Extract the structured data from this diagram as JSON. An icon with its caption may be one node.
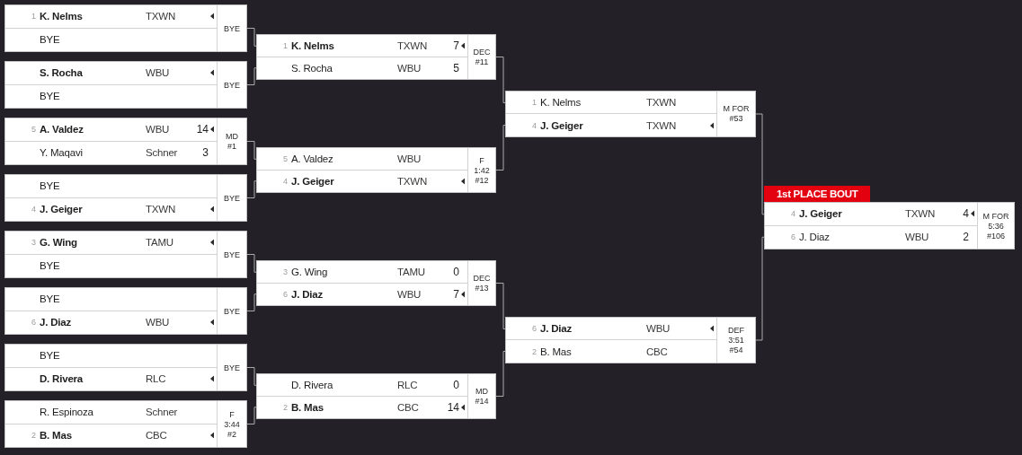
{
  "diagram": {
    "nodes": [
      {
        "text": [
          "BYE"
        ]
      },
      {
        "text": [
          "1",
          "K. Nelms",
          "TXWN"
        ],
        "in": 0
      },
      {
        "text": [
          "BYE"
        ],
        "in": 0
      },
      {
        "text": [
          "BYE"
        ]
      },
      {
        "text": [
          "S. Rocha",
          "WBU"
        ],
        "in": 3
      },
      {
        "text": [
          "BYE"
        ],
        "in": 3
      },
      {
        "text": [
          "MD #1"
        ]
      },
      {
        "text": [
          "5",
          "A. Valdez",
          "WBU",
          "14"
        ],
        "in": 6
      },
      {
        "text": [
          "Y. Maqavi",
          "Schner",
          "3"
        ],
        "in": 6
      },
      {
        "text": [
          "BYE"
        ]
      },
      {
        "text": [
          "BYE"
        ],
        "in": 9
      },
      {
        "text": [
          "4",
          "J. Geiger",
          "TXWN"
        ],
        "in": 9
      },
      {
        "text": [
          "BYE"
        ]
      },
      {
        "text": [
          "3",
          "G. Wing",
          "TAMU"
        ],
        "in": 12
      },
      {
        "text": [
          "BYE"
        ],
        "in": 12
      },
      {
        "text": [
          "BYE"
        ]
      },
      {
        "text": [
          "BYE"
        ],
        "in": 15
      },
      {
        "text": [
          "6",
          "J. Diaz",
          "WBU"
        ],
        "in": 15
      },
      {
        "text": [
          "BYE"
        ]
      },
      {
        "text": [
          "BYE"
        ],
        "in": 18
      },
      {
        "text": [
          "D. Rivera",
          "RLC"
        ],
        "in": 18
      },
      {
        "text": [
          "F 3:44 #2"
        ]
      },
      {
        "text": [
          "R. Espinoza",
          "Schner"
        ],
        "in": 21
      },
      {
        "text": [
          "2",
          "B. Mas",
          "CBC"
        ],
        "in": 21
      },
      {
        "text": [
          "DEC #11"
        ]
      },
      {
        "text": [
          "1",
          "K. Nelms",
          "TXWN",
          "7"
        ],
        "in": 24
      },
      {
        "text": [
          "S. Rocha",
          "WBU",
          "5"
        ],
        "in": 24
      },
      {
        "text": [
          "F 1:42 #12"
        ]
      },
      {
        "text": [
          "5",
          "A. Valdez",
          "WBU"
        ],
        "in": 27
      },
      {
        "text": [
          "4",
          "J. Geiger",
          "TXWN"
        ],
        "in": 27
      },
      {
        "text": [
          "DEC #13"
        ]
      },
      {
        "text": [
          "3",
          "G. Wing",
          "TAMU",
          "0"
        ],
        "in": 30
      },
      {
        "text": [
          "6",
          "J. Diaz",
          "WBU",
          "7"
        ],
        "in": 30
      },
      {
        "text": [
          "MD #14"
        ]
      },
      {
        "text": [
          "D. Rivera",
          "RLC",
          "0"
        ],
        "in": 33
      },
      {
        "text": [
          "2",
          "B. Mas",
          "CBC",
          "14"
        ],
        "in": 33
      },
      {
        "text": [
          "M FOR #53"
        ]
      },
      {
        "text": [
          "1",
          "K. Nelms",
          "TXWN"
        ],
        "in": 36
      },
      {
        "text": [
          "4",
          "J. Geiger",
          "TXWN"
        ],
        "in": 36
      },
      {
        "text": [
          "DEF 3:51 #54"
        ]
      },
      {
        "text": [
          "6",
          "J. Diaz",
          "WBU"
        ],
        "in": 39
      },
      {
        "text": [
          "2",
          "B. Mas",
          "CBC"
        ],
        "in": 39
      },
      {
        "text": [
          "1st PLACE BOUT",
          "M FOR 5:36 #106"
        ]
      },
      {
        "text": [
          "4",
          "J. Geiger",
          "TXWN",
          "4"
        ],
        "in": 42
      },
      {
        "text": [
          "6",
          "J. Diaz",
          "WBU",
          "2"
        ],
        "in": 42
      }
    ],
    "edges": [
      {
        "from": 0,
        "to": 25,
        "arrow": "none"
      },
      {
        "from": 3,
        "to": 26,
        "arrow": "none"
      },
      {
        "from": 6,
        "to": 28,
        "arrow": "none"
      },
      {
        "from": 9,
        "to": 29,
        "arrow": "none"
      },
      {
        "from": 12,
        "to": 31,
        "arrow": "none"
      },
      {
        "from": 15,
        "to": 32,
        "arrow": "none"
      },
      {
        "from": 18,
        "to": 34,
        "arrow": "none"
      },
      {
        "from": 21,
        "to": 35,
        "arrow": "none"
      },
      {
        "from": 24,
        "to": 37,
        "arrow": "none"
      },
      {
        "from": 27,
        "to": 38,
        "arrow": "none"
      },
      {
        "from": 30,
        "to": 40,
        "arrow": "none"
      },
      {
        "from": 33,
        "to": 41,
        "arrow": "none"
      },
      {
        "from": 36,
        "to": 43,
        "arrow": "none"
      },
      {
        "from": 39,
        "to": 44,
        "arrow": "none"
      }
    ]
  }
}
